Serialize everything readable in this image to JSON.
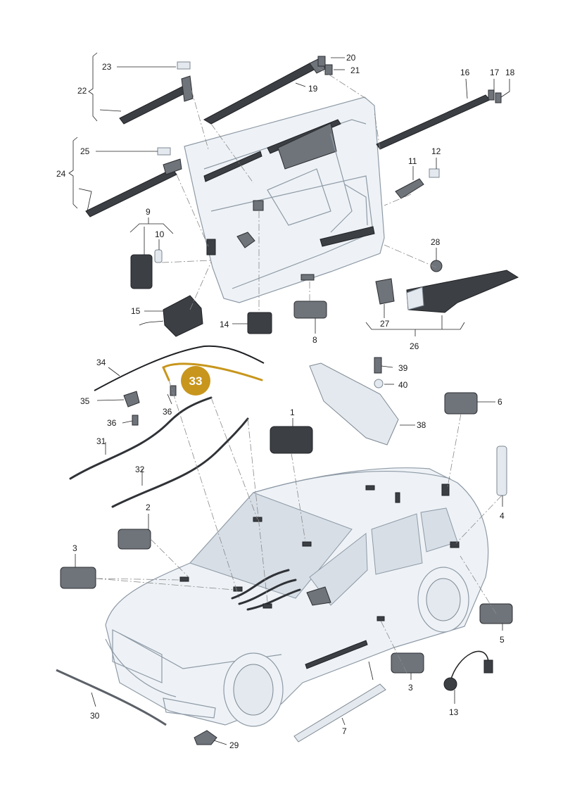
{
  "diagram": {
    "callouts": {
      "c1": "1",
      "c2": "2",
      "c3a": "3",
      "c3b": "3",
      "c4": "4",
      "c5": "5",
      "c6": "6",
      "c7": "7",
      "c8": "8",
      "c9": "9",
      "c10": "10",
      "c11": "11",
      "c12": "12",
      "c13": "13",
      "c14": "14",
      "c15": "15",
      "c16": "16",
      "c17": "17",
      "c18": "18",
      "c19": "19",
      "c20": "20",
      "c21": "21",
      "c22": "22",
      "c23": "23",
      "c24": "24",
      "c25": "25",
      "c26": "26",
      "c27": "27",
      "c28": "28",
      "c29": "29",
      "c30": "30",
      "c31": "31",
      "c32": "32",
      "c34": "34",
      "c35": "35",
      "c36a": "36",
      "c36b": "36",
      "c38": "38",
      "c39": "39",
      "c40": "40"
    },
    "highlight": {
      "label": "33",
      "color": "#c8961c"
    }
  }
}
